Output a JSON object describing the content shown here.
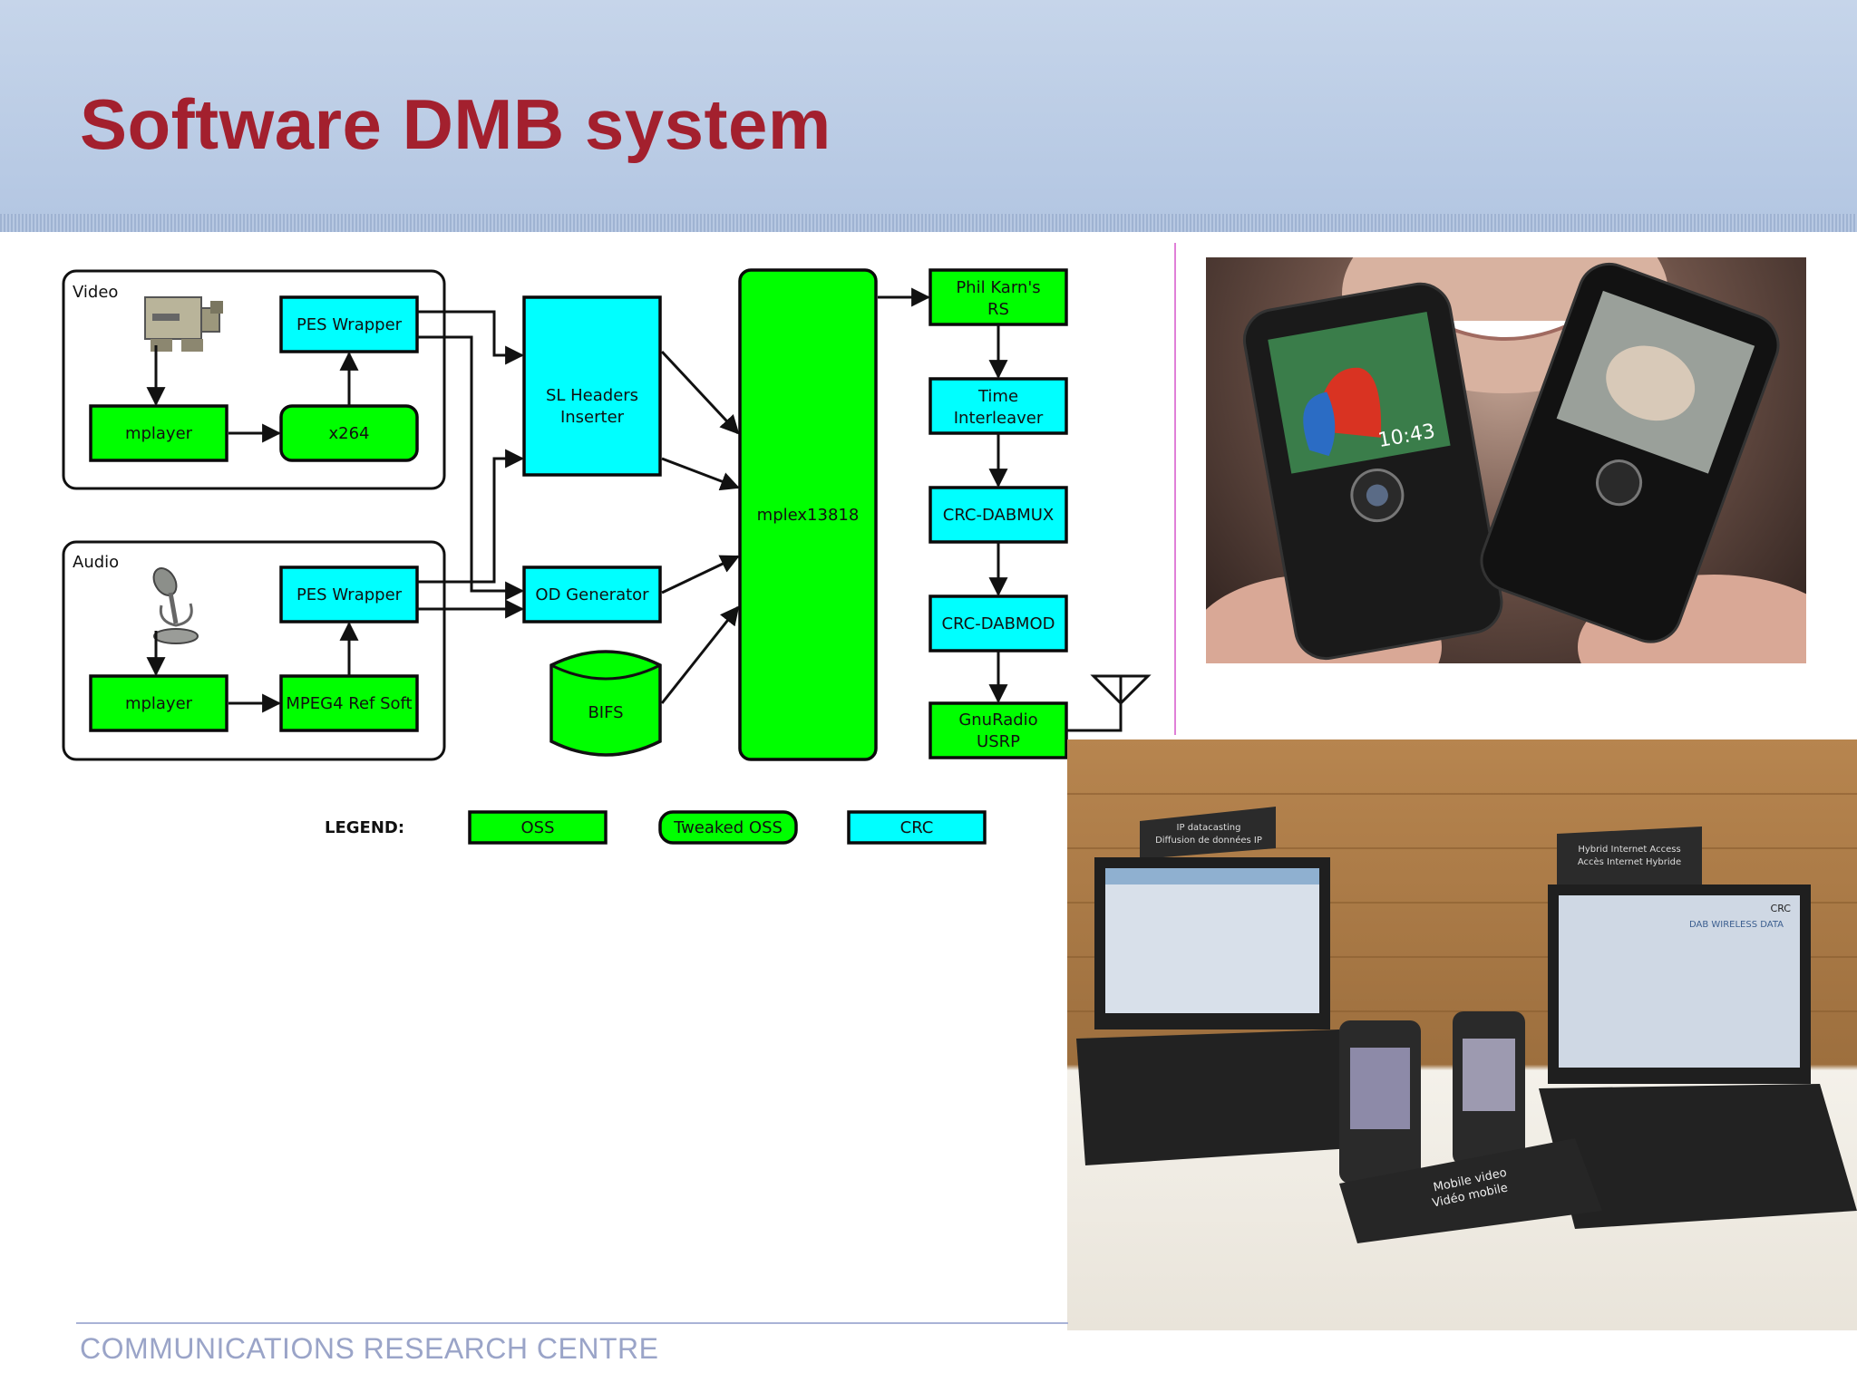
{
  "slide": {
    "title": "Software DMB system",
    "footer": "COMMUNICATIONS RESEARCH CENTRE"
  },
  "diagram": {
    "groups": {
      "video": "Video",
      "audio": "Audio"
    },
    "blocks": {
      "pes_wrapper_video": "PES Wrapper",
      "mplayer_video": "mplayer",
      "x264": "x264",
      "pes_wrapper_audio": "PES Wrapper",
      "mplayer_audio": "mplayer",
      "mpeg4_ref_soft": "MPEG4 Ref Soft",
      "sl_headers_line1": "SL Headers",
      "sl_headers_line2": "Inserter",
      "od_generator": "OD Generator",
      "bifs": "BIFS",
      "mplex": "mplex13818",
      "phil_karn_line1": "Phil Karn's",
      "phil_karn_line2": "RS",
      "time_interleaver_line1": "Time",
      "time_interleaver_line2": "Interleaver",
      "crc_dabmux": "CRC-DABMUX",
      "crc_dabmod": "CRC-DABMOD",
      "gnuradio_line1": "GnuRadio",
      "gnuradio_line2": "USRP"
    },
    "legend": {
      "label": "LEGEND:",
      "oss": "OSS",
      "tweaked_oss": "Tweaked OSS",
      "crc": "CRC"
    },
    "colors": {
      "oss": "#00ff00",
      "crc": "#00ffff",
      "title": "#a3202e"
    }
  },
  "images": {
    "phones_photo": {
      "icon": "photo-icon",
      "screen_time": "10:43"
    },
    "demo_photo": {
      "icon": "photo-icon",
      "sign_left_line1": "IP datacasting",
      "sign_left_line2": "Diffusion de données IP",
      "sign_right_line1": "Hybrid Internet Access",
      "sign_right_line2": "Accès Internet Hybride",
      "sign_center_line1": "Mobile video",
      "sign_center_line2": "Vidéo mobile",
      "screen_right_logo": "CRC",
      "screen_right_banner": "DAB WIRELESS DATA"
    }
  }
}
